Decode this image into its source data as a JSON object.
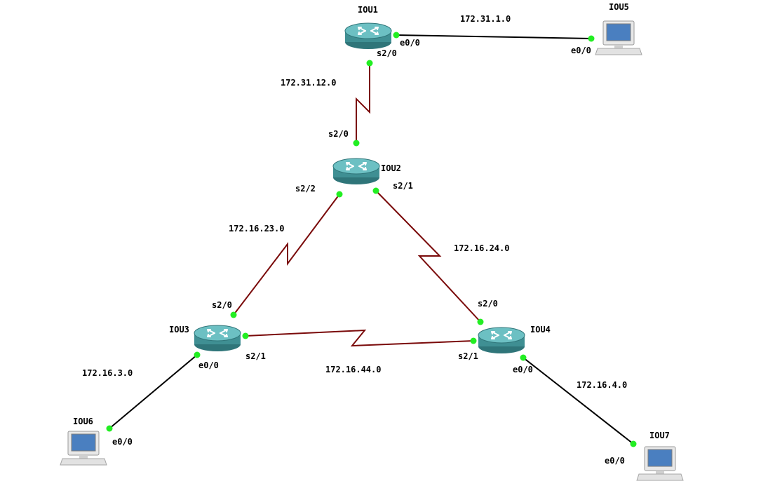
{
  "colors": {
    "serial_link": "#7a0a0a",
    "ethernet_link": "#000000",
    "port_dot": "#22ee22",
    "router_body": "#3f8f93",
    "router_top": "#5fb7ba",
    "pc_screen": "#4a7fc0"
  },
  "devices": {
    "iou1": {
      "label": "IOU1",
      "type": "router"
    },
    "iou2": {
      "label": "IOU2",
      "type": "router"
    },
    "iou3": {
      "label": "IOU3",
      "type": "router"
    },
    "iou4": {
      "label": "IOU4",
      "type": "router"
    },
    "iou5": {
      "label": "IOU5",
      "type": "pc"
    },
    "iou6": {
      "label": "IOU6",
      "type": "pc"
    },
    "iou7": {
      "label": "IOU7",
      "type": "pc"
    }
  },
  "networks": {
    "n1": "172.31.1.0",
    "n12": "172.31.12.0",
    "n23": "172.16.23.0",
    "n24": "172.16.24.0",
    "n44": "172.16.44.0",
    "n3": "172.16.3.0",
    "n4": "172.16.4.0"
  },
  "ports": {
    "iou1_e00": "e0/0",
    "iou1_s20": "s2/0",
    "iou5_e00": "e0/0",
    "iou2_s20": "s2/0",
    "iou2_s22": "s2/2",
    "iou2_s21": "s2/1",
    "iou3_s20": "s2/0",
    "iou3_s21": "s2/1",
    "iou3_e00": "e0/0",
    "iou4_s20": "s2/0",
    "iou4_s21": "s2/1",
    "iou4_e00": "e0/0",
    "iou6_e00": "e0/0",
    "iou7_e00": "e0/0"
  }
}
